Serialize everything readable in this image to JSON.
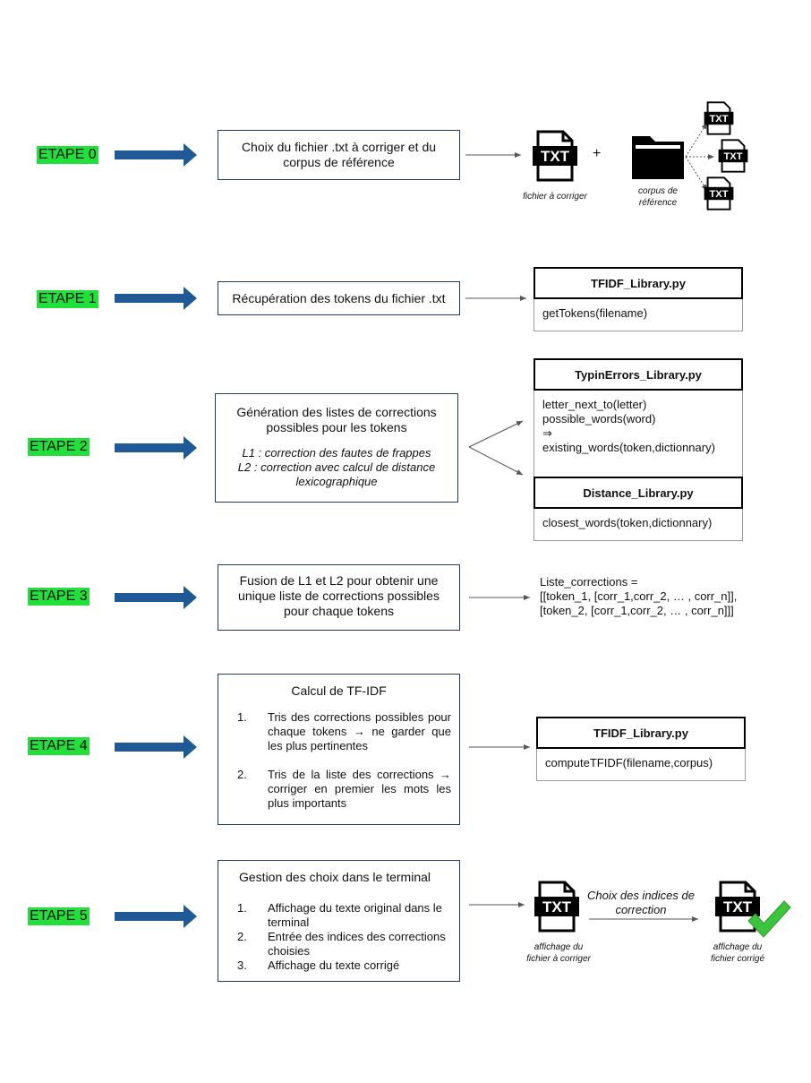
{
  "steps": [
    {
      "label": "ETAPE 0"
    },
    {
      "label": "ETAPE 1"
    },
    {
      "label": "ETAPE 2"
    },
    {
      "label": "ETAPE 3"
    },
    {
      "label": "ETAPE 4"
    },
    {
      "label": "ETAPE 5"
    }
  ],
  "step0": {
    "box_line1": "Choix du fichier .txt  à corriger et du",
    "box_line2": "corpus de référence",
    "txt_icon_text": "TXT",
    "plus": "+",
    "caption_file": "fichier à corriger",
    "caption_corpus_line1": "corpus de",
    "caption_corpus_line2": "référence"
  },
  "step1": {
    "box_text": "Récupération des tokens du fichier .txt",
    "lib_title": "TFIDF_Library.py",
    "lib_body": [
      "getTokens(filename)"
    ]
  },
  "step2": {
    "box_line1": "Génération des listes de corrections",
    "box_line2": "possibles pour les tokens",
    "l1": "L1 : correction des fautes de frappes",
    "l2": "L2 : correction avec calcul de distance",
    "l2b": "lexicographique",
    "lib1_title": "TypinErrors_Library.py",
    "lib1_body": [
      "letter_next_to(letter)",
      "possible_words(word)",
      "⇒",
      "existing_words(token,dictionnary)"
    ],
    "lib2_title": "Distance_Library.py",
    "lib2_body": [
      "closest_words(token,dictionnary)"
    ]
  },
  "step3": {
    "box_line1": "Fusion de L1 et L2 pour obtenir une",
    "box_line2": "unique liste de corrections possibles",
    "box_line3": "pour chaque tokens",
    "result": [
      "Liste_corrections =",
      "[[token_1, [corr_1,corr_2, … , corr_n]],",
      "[token_2, [corr_1,corr_2, … , corr_n]]]"
    ]
  },
  "step4": {
    "title": "Calcul de TF-IDF",
    "items": [
      {
        "num": "1.",
        "text": "Tris des corrections possibles pour chaque tokens → ne garder que les plus pertinentes"
      },
      {
        "num": "2.",
        "text": "Tris de la liste des corrections → corriger en premier les mots les plus importants"
      }
    ],
    "lib_title": "TFIDF_Library.py",
    "lib_body": [
      "computeTFIDF(filename,corpus)"
    ]
  },
  "step5": {
    "title": "Gestion des choix dans le terminal",
    "items": [
      {
        "num": "1.",
        "text": "Affichage du texte original dans le terminal"
      },
      {
        "num": "2.",
        "text": "Entrée des indices des corrections choisies"
      },
      {
        "num": "3.",
        "text": "Affichage du texte corrigé"
      }
    ],
    "arrow_label_line1": "Choix des indices de",
    "arrow_label_line2": "correction",
    "caption_left_line1": "affichage du",
    "caption_left_line2": "fichier à corriger",
    "caption_right_line1": "affichage du",
    "caption_right_line2": "fichier corrigé"
  },
  "colors": {
    "step_label_bg": "#22e03a",
    "step_arrow": "#1f5a96",
    "box_border": "#1f3b57",
    "check": "#3cc43c"
  }
}
